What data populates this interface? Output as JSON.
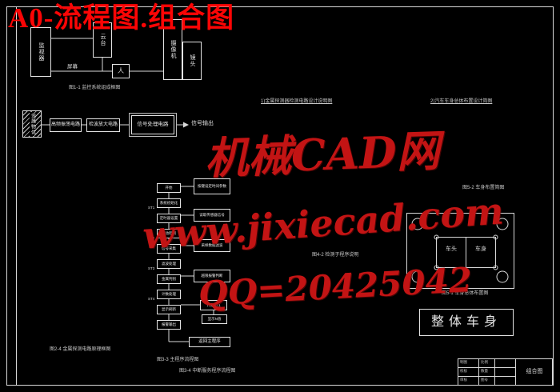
{
  "title": "A0-流程图.组合图",
  "watermark": {
    "line1": "机械CAD网",
    "line2": "www.jixiecad.com",
    "line3": "QQ=20425042",
    "color": "#c31414"
  },
  "colors": {
    "background": "#000000",
    "line": "#d8d8d8",
    "title_red": "#fb0505",
    "watermark_red": "#c31414"
  },
  "monitor_diagram": {
    "box_monitor": "监视器",
    "box_pan": "云台",
    "box_camera": "摄像机",
    "box_lens": "镜头",
    "box_person": "人",
    "screen_label": "屏幕",
    "caption": "图1-1 监控系统组成框图"
  },
  "detector_flow": {
    "source": "金属物体",
    "box1": "高频振荡电路",
    "box2": "检波放大电路",
    "box3": "信号处理电路",
    "output": "信号输出"
  },
  "program_flow": {
    "steps": [
      "开始",
      "系统初始化",
      "定时器设置",
      "启动检测",
      "信号采集",
      "滤波处理",
      "金属判别",
      "计数处理",
      "显示刷新",
      "报警输出"
    ],
    "tags": [
      "ST1",
      "ST2",
      "ST3",
      "ST4"
    ],
    "side_boxes": [
      "按键设定时间参数",
      "读取传感器信号",
      "采样数据滤波",
      "越限报警判断",
      "计数N+1",
      "显示N值"
    ],
    "end_box": "返回主程序",
    "caption_main": "图3-3 主程序流程图",
    "caption_sub": "图3-4 中断服务程序流程图"
  },
  "notes": {
    "note_top_left": "1)金属探测器检测电路设计说明图",
    "note_top_right": "2)汽车车身总体布置设计简图",
    "note_mid": "图4-2 检测子程序说明",
    "caption_bottom_left": "图2-4 金属探测电路原理框图",
    "caption_right": "图5-2 车身布置简图"
  },
  "chassis": {
    "cell_left": "车头",
    "cell_right": "车身",
    "caption": "图5-1 车身总体布置图",
    "body_label": "整体车身"
  },
  "title_block": {
    "name": "组合图",
    "cells": [
      "制图",
      "校核",
      "审核",
      "比例",
      "数量",
      "图号"
    ]
  }
}
